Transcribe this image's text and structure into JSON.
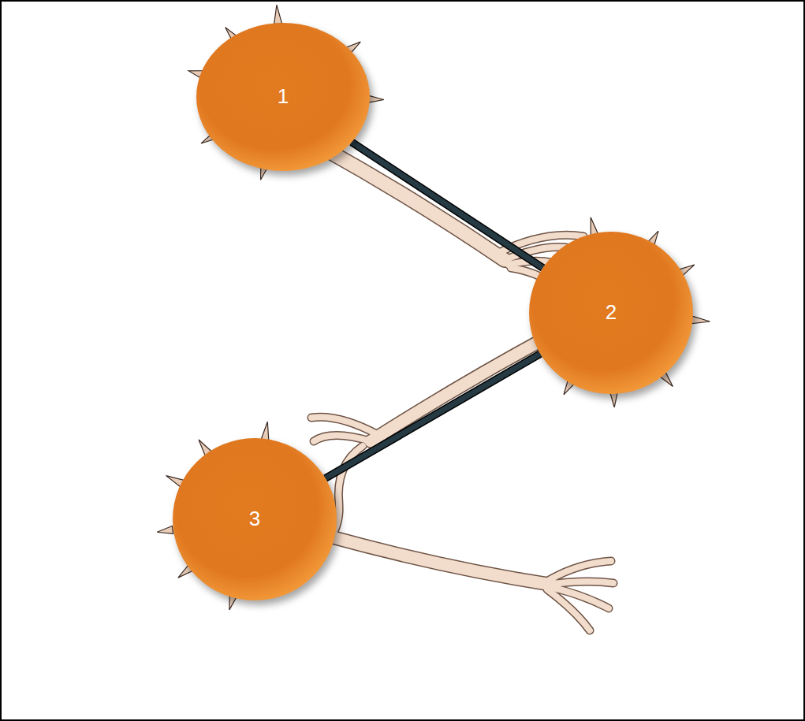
{
  "diagram": {
    "nodes": [
      {
        "text": [
          "1"
        ]
      },
      {
        "text": [
          "2"
        ]
      },
      {
        "text": [
          "3"
        ]
      }
    ],
    "edges": [
      {
        "from": 0,
        "to": 1,
        "arrow": "none"
      },
      {
        "from": 1,
        "to": 2,
        "arrow": "none"
      }
    ]
  }
}
